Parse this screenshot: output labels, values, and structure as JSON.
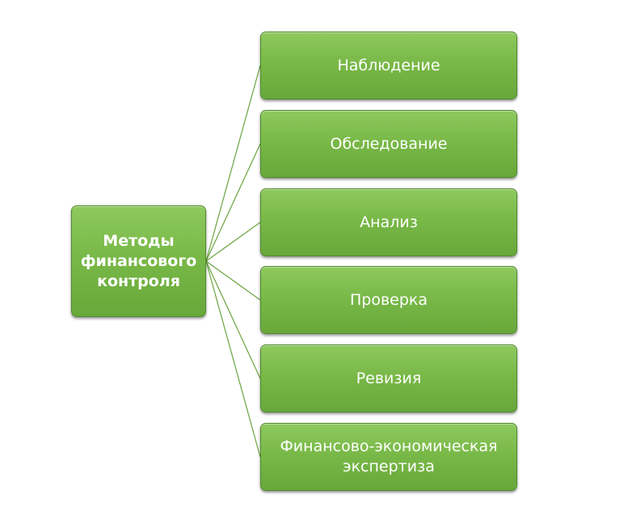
{
  "diagram": {
    "root": {
      "label": "Методы финансового контроля"
    },
    "children": [
      {
        "label": "Наблюдение"
      },
      {
        "label": "Обследование"
      },
      {
        "label": "Анализ"
      },
      {
        "label": "Проверка"
      },
      {
        "label": "Ревизия"
      },
      {
        "label": "Финансово-экономическая экспертиза"
      }
    ],
    "colors": {
      "box_fill": "#79b948",
      "box_border": "#4f8a2b",
      "connector": "#6aa33f",
      "text": "#ffffff"
    }
  }
}
